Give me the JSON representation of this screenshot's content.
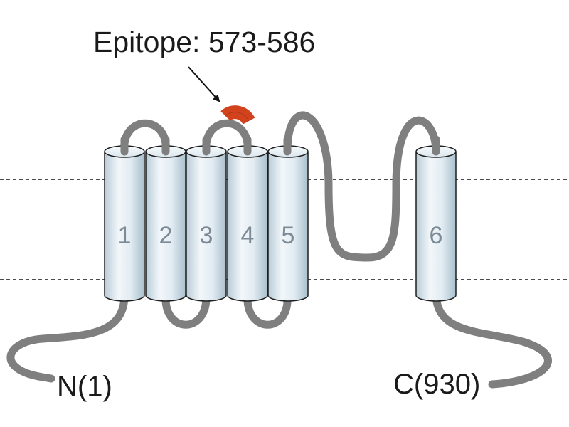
{
  "diagram": {
    "epitope_label": "Epitope: 573-586",
    "n_terminus_label": "N(1)",
    "c_terminus_label": "C(930)",
    "helices": [
      {
        "label": "1"
      },
      {
        "label": "2"
      },
      {
        "label": "3"
      },
      {
        "label": "4"
      },
      {
        "label": "5"
      },
      {
        "label": "6"
      }
    ],
    "colors": {
      "epitope": "#d2421c",
      "loop": "#7f7f7f",
      "helix_light": "#f1f6f9",
      "helix_dark": "#b7cad6",
      "helix_stroke": "#1e1e1e"
    }
  }
}
